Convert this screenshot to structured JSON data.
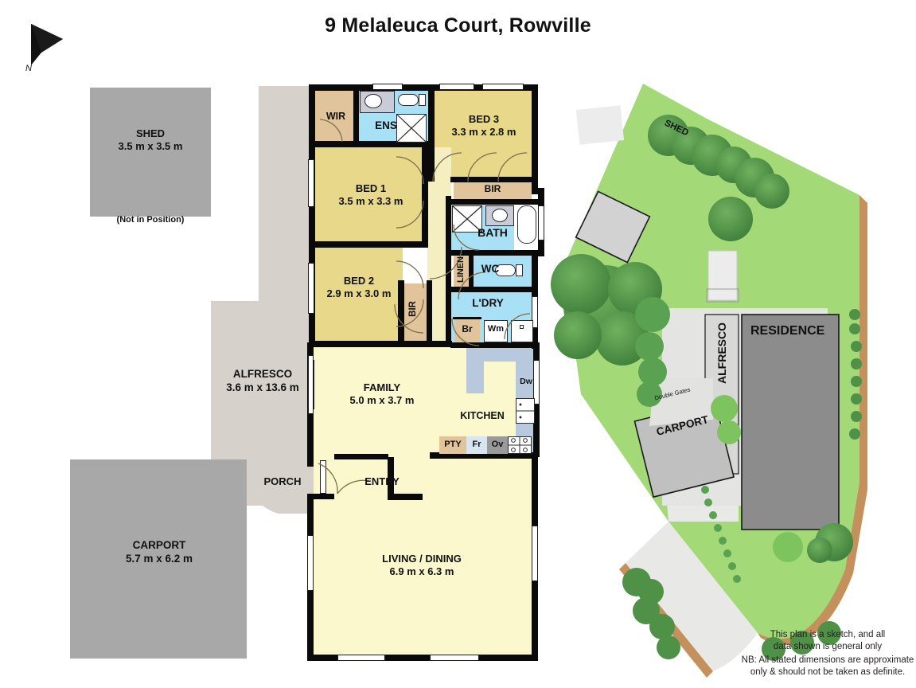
{
  "title": "9 Melaleuca Court, Rowville",
  "compass": {
    "label": "N",
    "icon": "north-arrow-icon"
  },
  "detached": {
    "shed": {
      "name": "SHED",
      "dims": "3.5 m x 3.5 m",
      "note": "(Not in Position)"
    },
    "carport": {
      "name": "CARPORT",
      "dims": "5.7 m x 6.2 m"
    },
    "alfresco": {
      "name": "ALFRESCO",
      "dims": "3.6 m x 13.6 m"
    }
  },
  "rooms": [
    {
      "key": "wir",
      "name": "WIR",
      "dims": ""
    },
    {
      "key": "ens",
      "name": "ENS",
      "dims": ""
    },
    {
      "key": "bed3",
      "name": "BED 3",
      "dims": "3.3 m x 2.8 m"
    },
    {
      "key": "bed1",
      "name": "BED 1",
      "dims": "3.5 m x 3.3 m"
    },
    {
      "key": "bir1",
      "name": "BIR",
      "dims": ""
    },
    {
      "key": "bath",
      "name": "BATH",
      "dims": ""
    },
    {
      "key": "linen",
      "name": "LINEN",
      "dims": ""
    },
    {
      "key": "wc",
      "name": "WC",
      "dims": ""
    },
    {
      "key": "bed2",
      "name": "BED 2",
      "dims": "2.9 m x 3.0 m"
    },
    {
      "key": "bir2",
      "name": "BIR",
      "dims": ""
    },
    {
      "key": "ldry",
      "name": "L'DRY",
      "dims": ""
    },
    {
      "key": "br",
      "name": "Br",
      "dims": ""
    },
    {
      "key": "wm",
      "name": "Wm",
      "dims": ""
    },
    {
      "key": "family",
      "name": "FAMILY",
      "dims": "5.0 m x 3.7 m"
    },
    {
      "key": "kitchen",
      "name": "KITCHEN",
      "dims": ""
    },
    {
      "key": "pty",
      "name": "PTY",
      "dims": ""
    },
    {
      "key": "fr",
      "name": "Fr",
      "dims": ""
    },
    {
      "key": "ov",
      "name": "Ov",
      "dims": ""
    },
    {
      "key": "dw",
      "name": "Dw",
      "dims": ""
    },
    {
      "key": "porch",
      "name": "PORCH",
      "dims": ""
    },
    {
      "key": "entry",
      "name": "ENTRY",
      "dims": ""
    },
    {
      "key": "living",
      "name": "LIVING / DINING",
      "dims": "6.9 m x 6.3 m"
    }
  ],
  "site": {
    "residence": "RESIDENCE",
    "alfresco": "ALFRESCO",
    "carport": "CARPORT",
    "shed": "SHED",
    "double_gates": "Double Gates"
  },
  "disclaimer": {
    "line1": "This plan is a sketch, and all",
    "line2": "data shown is general only",
    "line3": "NB: All stated dimensions are approximate",
    "line4": "only & should not be taken as definite."
  },
  "colors": {
    "bedroom": "#e8d88a",
    "wet": "#a8e0f5",
    "robe": "#e2c49a",
    "living": "#fbf8ce",
    "bench": "#b8c8dd",
    "grey": "#a8a8a8",
    "alfresco": "#d6d2cb",
    "wall": "#0a0a0a",
    "lawn": "#a3d977",
    "garden": "#c4915c",
    "drive": "#e8e8e6",
    "tree": "#4f9147"
  }
}
